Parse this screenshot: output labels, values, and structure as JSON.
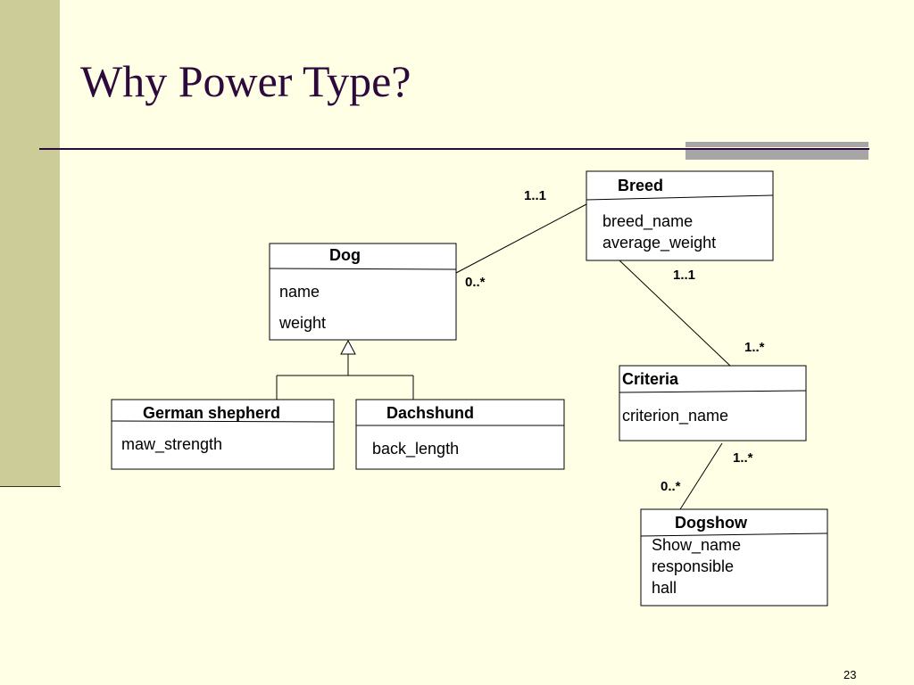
{
  "slide": {
    "title": "Why Power Type?",
    "page_number": "23"
  },
  "classes": {
    "breed": {
      "name": "Breed",
      "attributes": [
        "breed_name",
        "average_weight"
      ]
    },
    "dog": {
      "name": "Dog",
      "attributes": [
        "name",
        "weight"
      ]
    },
    "german_shepherd": {
      "name": "German shepherd",
      "attributes": [
        "maw_strength"
      ]
    },
    "dachshund": {
      "name": "Dachshund",
      "attributes": [
        "back_length"
      ]
    },
    "criteria": {
      "name": "Criteria",
      "attributes": [
        "criterion_name"
      ]
    },
    "dogshow": {
      "name": "Dogshow",
      "attributes": [
        "Show_name",
        "responsible",
        "hall"
      ]
    }
  },
  "associations": {
    "dog_breed": {
      "breed_end": "1..1",
      "dog_end": "0..*"
    },
    "breed_criteria": {
      "breed_end": "1..1",
      "criteria_end": "1..*"
    },
    "criteria_dogshow": {
      "criteria_end": "1..*",
      "dogshow_end": "0..*"
    }
  },
  "colors": {
    "background": "#FFFFE6",
    "left_bar": "#CCCC99",
    "title": "#2E0A3C",
    "accent_bar": "#A6A6A6"
  }
}
